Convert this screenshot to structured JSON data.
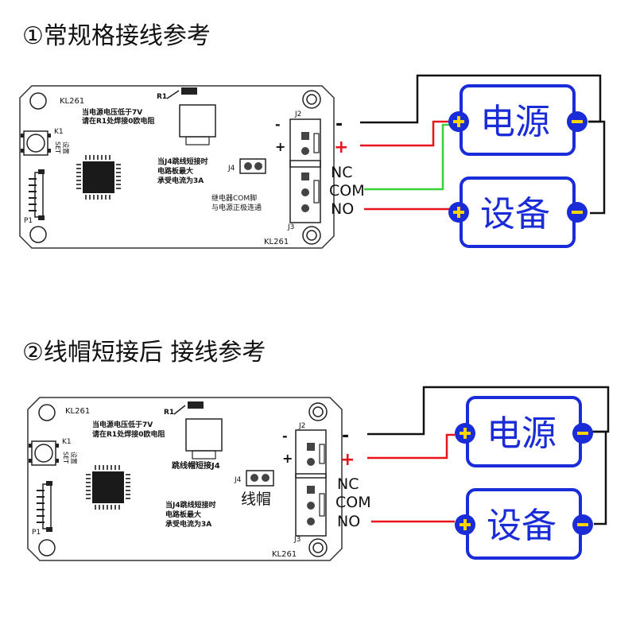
{
  "sections": [
    {
      "heading": "①常规格接线参考",
      "board": {
        "model_top": "KL261",
        "model_bottom": "KL261",
        "r1": "R1",
        "note_voltage_1": "当电源电压低于7V",
        "note_voltage_2": "请在R1处焊接0欧电阻",
        "j4": "J4",
        "note_j4_1": "当J4跳线短接时",
        "note_j4_2": "电路板最大",
        "note_j4_3": "承受电流为3A",
        "note_com_1": "继电器COM脚",
        "note_com_2": "与电源正极连通",
        "k1": "K1",
        "set": "SET",
        "set_cn": "设置",
        "p1": "P1",
        "j2": "J2",
        "j3": "J3",
        "minus": "-",
        "plus": "+"
      },
      "terminals": {
        "minus": "-",
        "plus": "+",
        "nc": "NC",
        "com": "COM",
        "no": "NO"
      },
      "power_box": "电源",
      "device_box": "设备"
    },
    {
      "heading": "②线帽短接后 接线参考",
      "board": {
        "model_top": "KL261",
        "model_bottom": "KL261",
        "r1": "R1",
        "note_voltage_1": "当电源电压低于7V",
        "note_voltage_2": "请在R1处焊接0欧电阻",
        "note_cap": "跳线帽短接J4",
        "j4": "J4",
        "cap_label": "线帽",
        "note_j4_1": "当J4跳线短接时",
        "note_j4_2": "电路板最大",
        "note_j4_3": "承受电流为3A",
        "k1": "K1",
        "set": "SET",
        "set_cn": "设置",
        "p1": "P1",
        "j2": "J2",
        "j3": "J3",
        "minus": "-",
        "plus": "+"
      },
      "terminals": {
        "minus": "-",
        "plus": "+",
        "nc": "NC",
        "com": "COM",
        "no": "NO"
      },
      "power_box": "电源",
      "device_box": "设备"
    }
  ],
  "colors": {
    "wire_black": "#111111",
    "wire_red": "#e8141b",
    "wire_green": "#3ad13a",
    "box_border": "#1a2bd8",
    "terminal_plus": "#1a2bd8",
    "plus_sign": "#ffd400",
    "board_border": "#333333"
  }
}
